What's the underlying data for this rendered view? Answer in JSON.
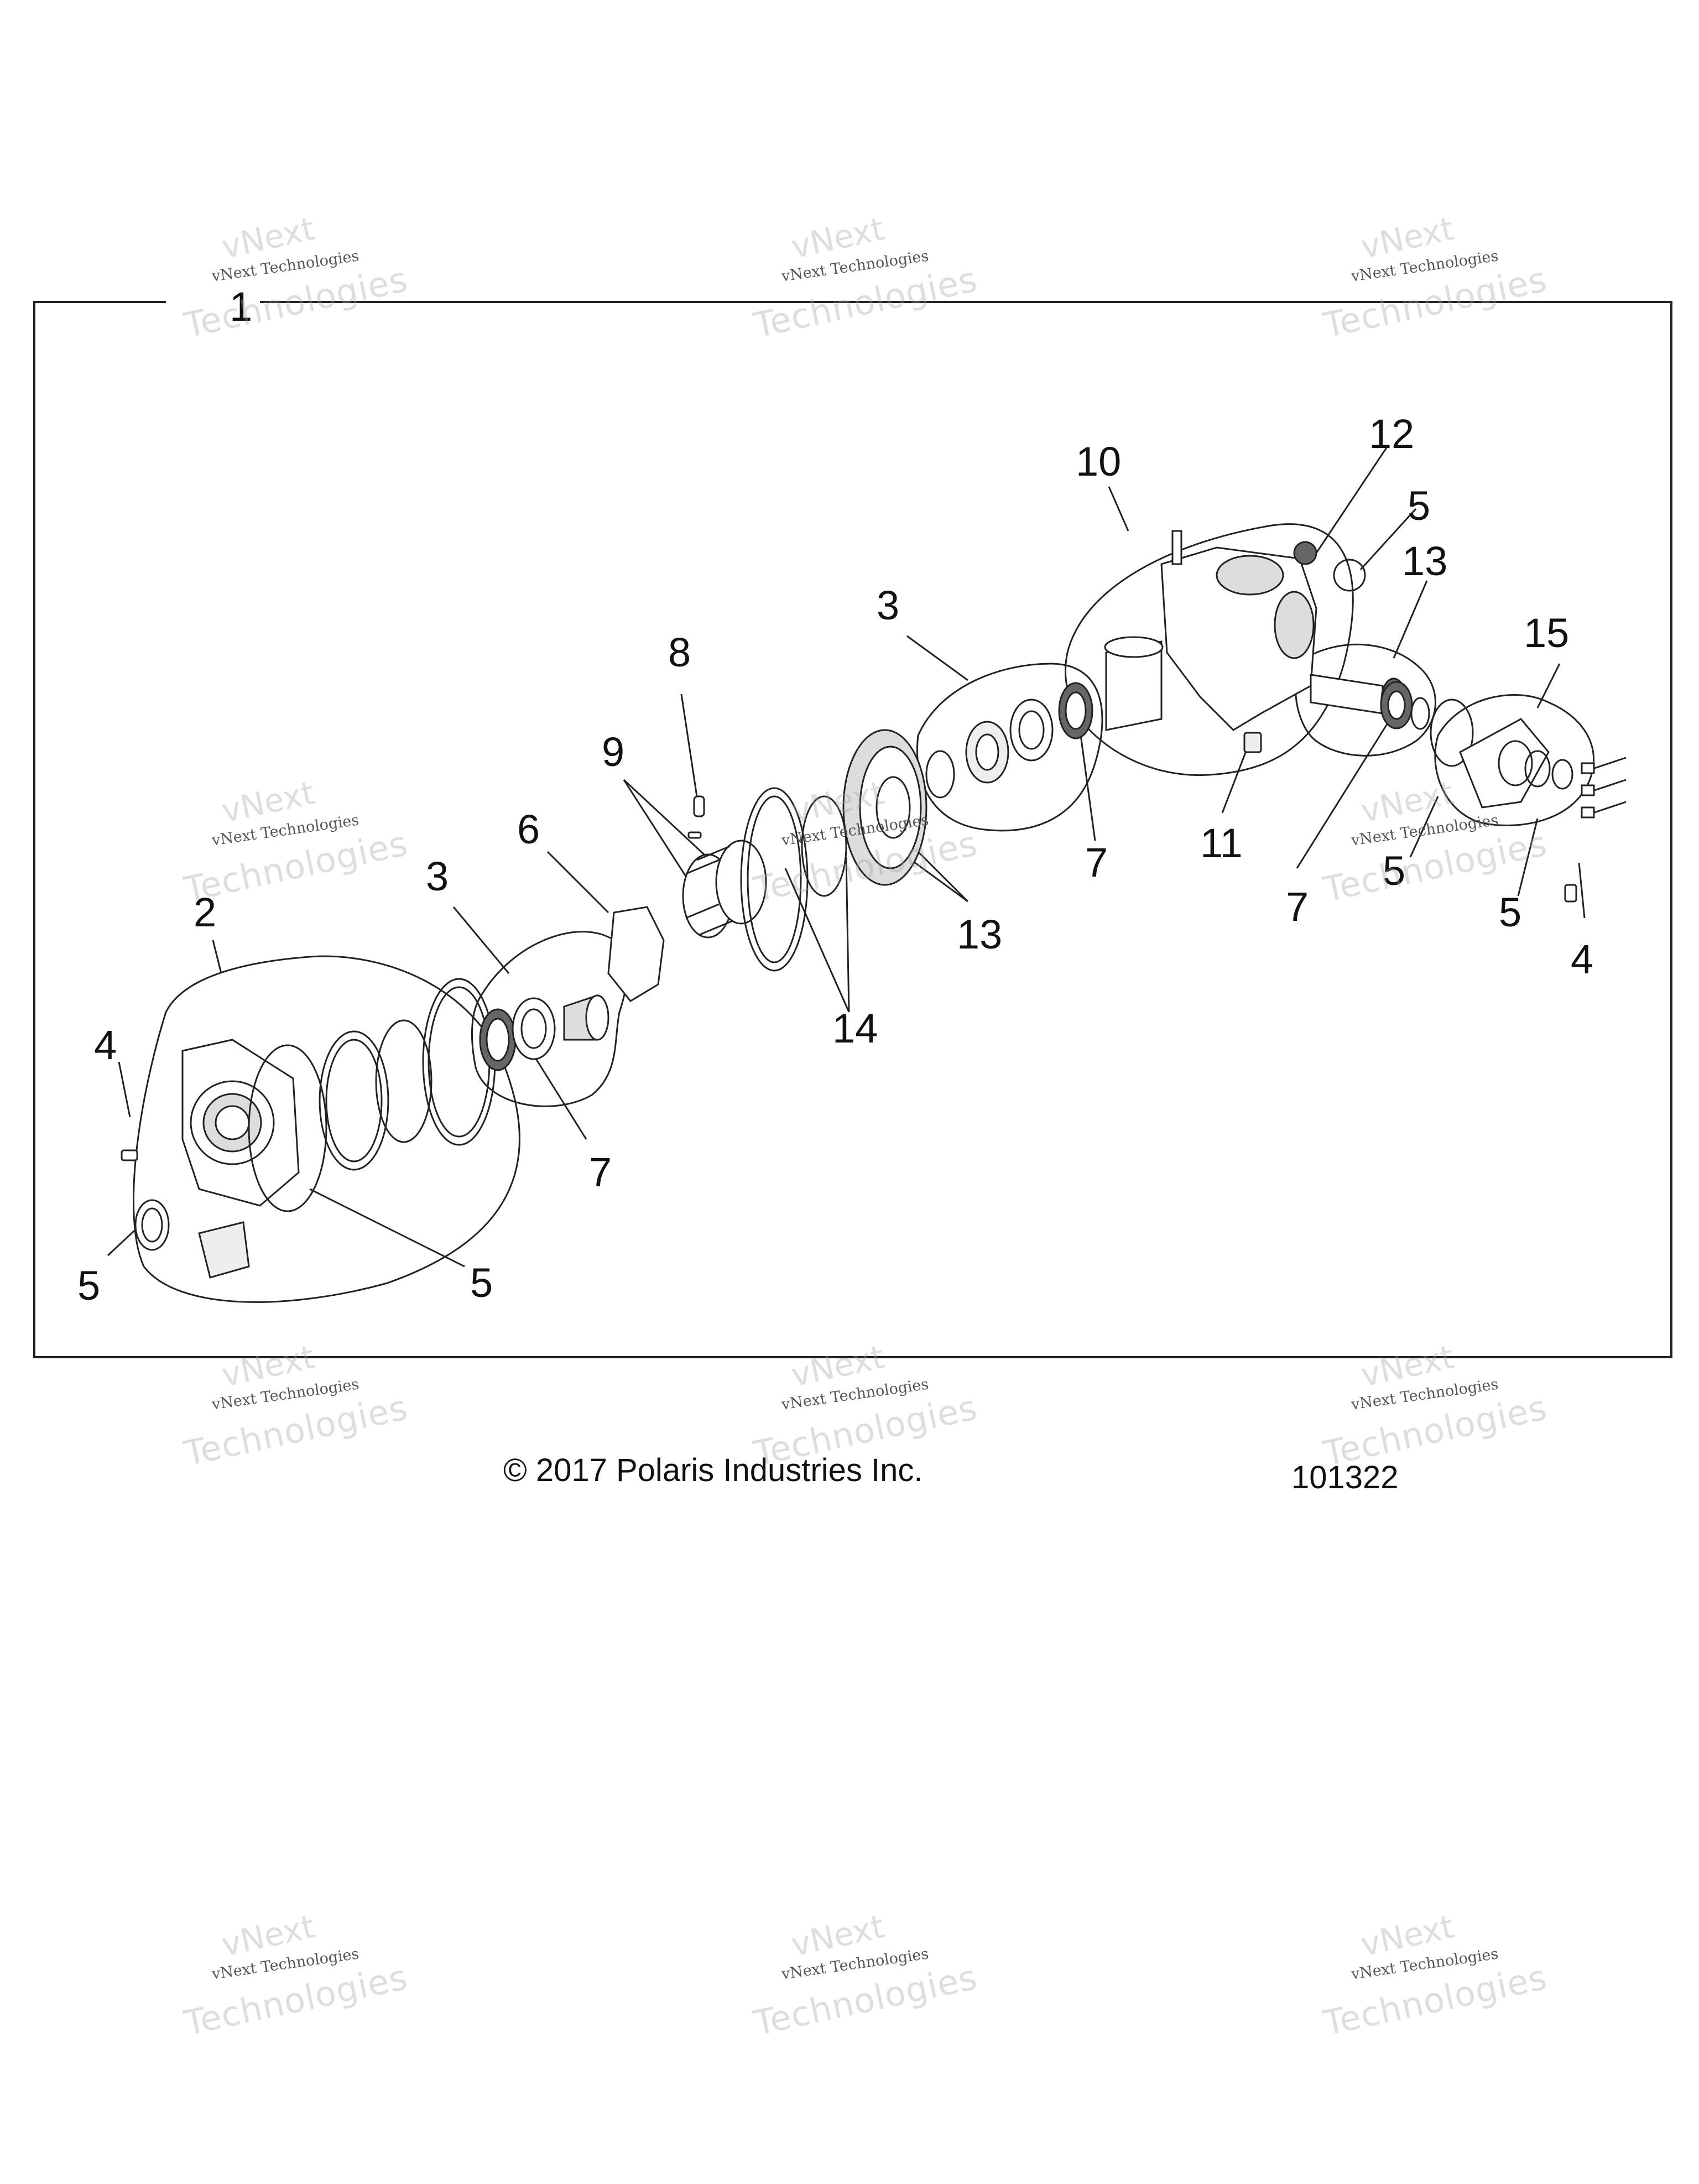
{
  "diagram": {
    "callouts": [
      "1",
      "2",
      "3",
      "4",
      "5",
      "6",
      "7",
      "8",
      "9",
      "10",
      "11",
      "12",
      "13",
      "14",
      "15"
    ]
  },
  "watermark": {
    "line1": "vNext Technologies",
    "line2": "Technologies",
    "line3": "vNext"
  },
  "footer": {
    "copyright": "© 2017 Polaris Industries Inc.",
    "drawing_number": "101322"
  }
}
